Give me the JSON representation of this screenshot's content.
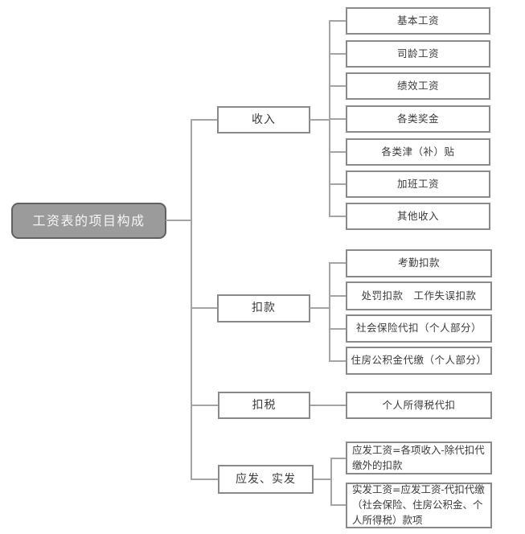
{
  "diagram": {
    "title": "工资表的项目构成",
    "type": "tree",
    "colors": {
      "root_fill": "#9b9b9b",
      "root_text": "#f5f5f5",
      "box_border": "#8a8a8a",
      "line": "#a3a3a3",
      "text": "#3a3a3a",
      "background": "#ffffff"
    },
    "root": {
      "label": "工资表的项目构成"
    },
    "branches": [
      {
        "label": "收入",
        "children": [
          {
            "label": "基本工资"
          },
          {
            "label": "司龄工资"
          },
          {
            "label": "绩效工资"
          },
          {
            "label": "各类奖金"
          },
          {
            "label": "各类津（补）贴"
          },
          {
            "label": "加班工资"
          },
          {
            "label": "其他收入"
          }
        ]
      },
      {
        "label": "扣款",
        "children": [
          {
            "label": "考勤扣款"
          },
          {
            "label": "处罚扣款　工作失误扣款"
          },
          {
            "label": "社会保险代扣（个人部分）"
          },
          {
            "label": "住房公积金代缴（个人部分）"
          }
        ]
      },
      {
        "label": "扣税",
        "children": [
          {
            "label": "个人所得税代扣"
          }
        ]
      },
      {
        "label": "应发、实发",
        "children": [
          {
            "label": "应发工资=各项收入-除代扣代缴外的扣款"
          },
          {
            "label": "实发工资=应发工资-代扣代缴（社会保险、住房公积金、个人所得税）款项"
          }
        ]
      }
    ]
  }
}
